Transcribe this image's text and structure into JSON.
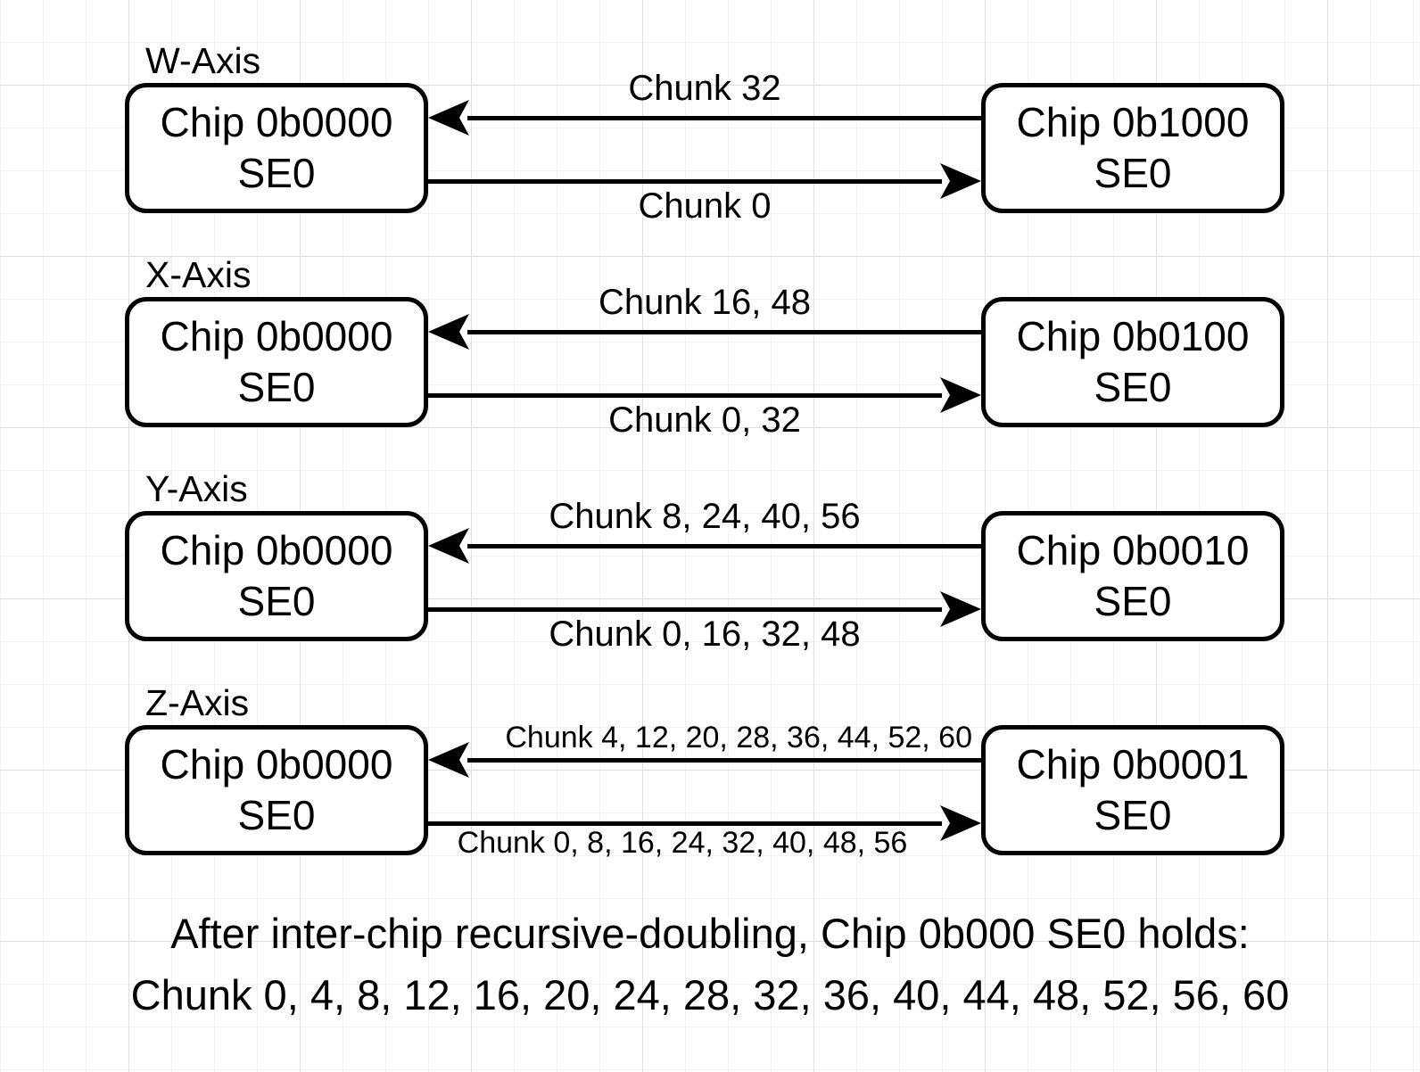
{
  "sections": [
    {
      "axis": "W-Axis",
      "left_chip": {
        "title": "Chip 0b0000",
        "subtitle": "SE0"
      },
      "right_chip": {
        "title": "Chip 0b1000",
        "subtitle": "SE0"
      },
      "to_left_label": "Chunk 32",
      "to_right_label": "Chunk 0"
    },
    {
      "axis": "X-Axis",
      "left_chip": {
        "title": "Chip 0b0000",
        "subtitle": "SE0"
      },
      "right_chip": {
        "title": "Chip 0b0100",
        "subtitle": "SE0"
      },
      "to_left_label": "Chunk 16, 48",
      "to_right_label": "Chunk 0, 32"
    },
    {
      "axis": "Y-Axis",
      "left_chip": {
        "title": "Chip 0b0000",
        "subtitle": "SE0"
      },
      "right_chip": {
        "title": "Chip 0b0010",
        "subtitle": "SE0"
      },
      "to_left_label": "Chunk 8, 24, 40, 56",
      "to_right_label": "Chunk 0, 16, 32, 48"
    },
    {
      "axis": "Z-Axis",
      "left_chip": {
        "title": "Chip 0b0000",
        "subtitle": "SE0"
      },
      "right_chip": {
        "title": "Chip 0b0001",
        "subtitle": "SE0"
      },
      "to_left_label": "Chunk 4, 12, 20, 28, 36, 44, 52, 60",
      "to_right_label": "Chunk 0, 8, 16, 24, 32, 40, 48, 56"
    }
  ],
  "footer": {
    "line1": "After inter-chip recursive-doubling, Chip 0b000 SE0 holds:",
    "line2": "Chunk 0, 4, 8, 12, 16, 20, 24, 28, 32, 36, 40, 44, 48, 52, 56, 60"
  },
  "colors": {
    "stroke": "#000000",
    "background": "#ffffff",
    "grid_minor": "#f2f2f2",
    "grid_major": "#dedede"
  }
}
